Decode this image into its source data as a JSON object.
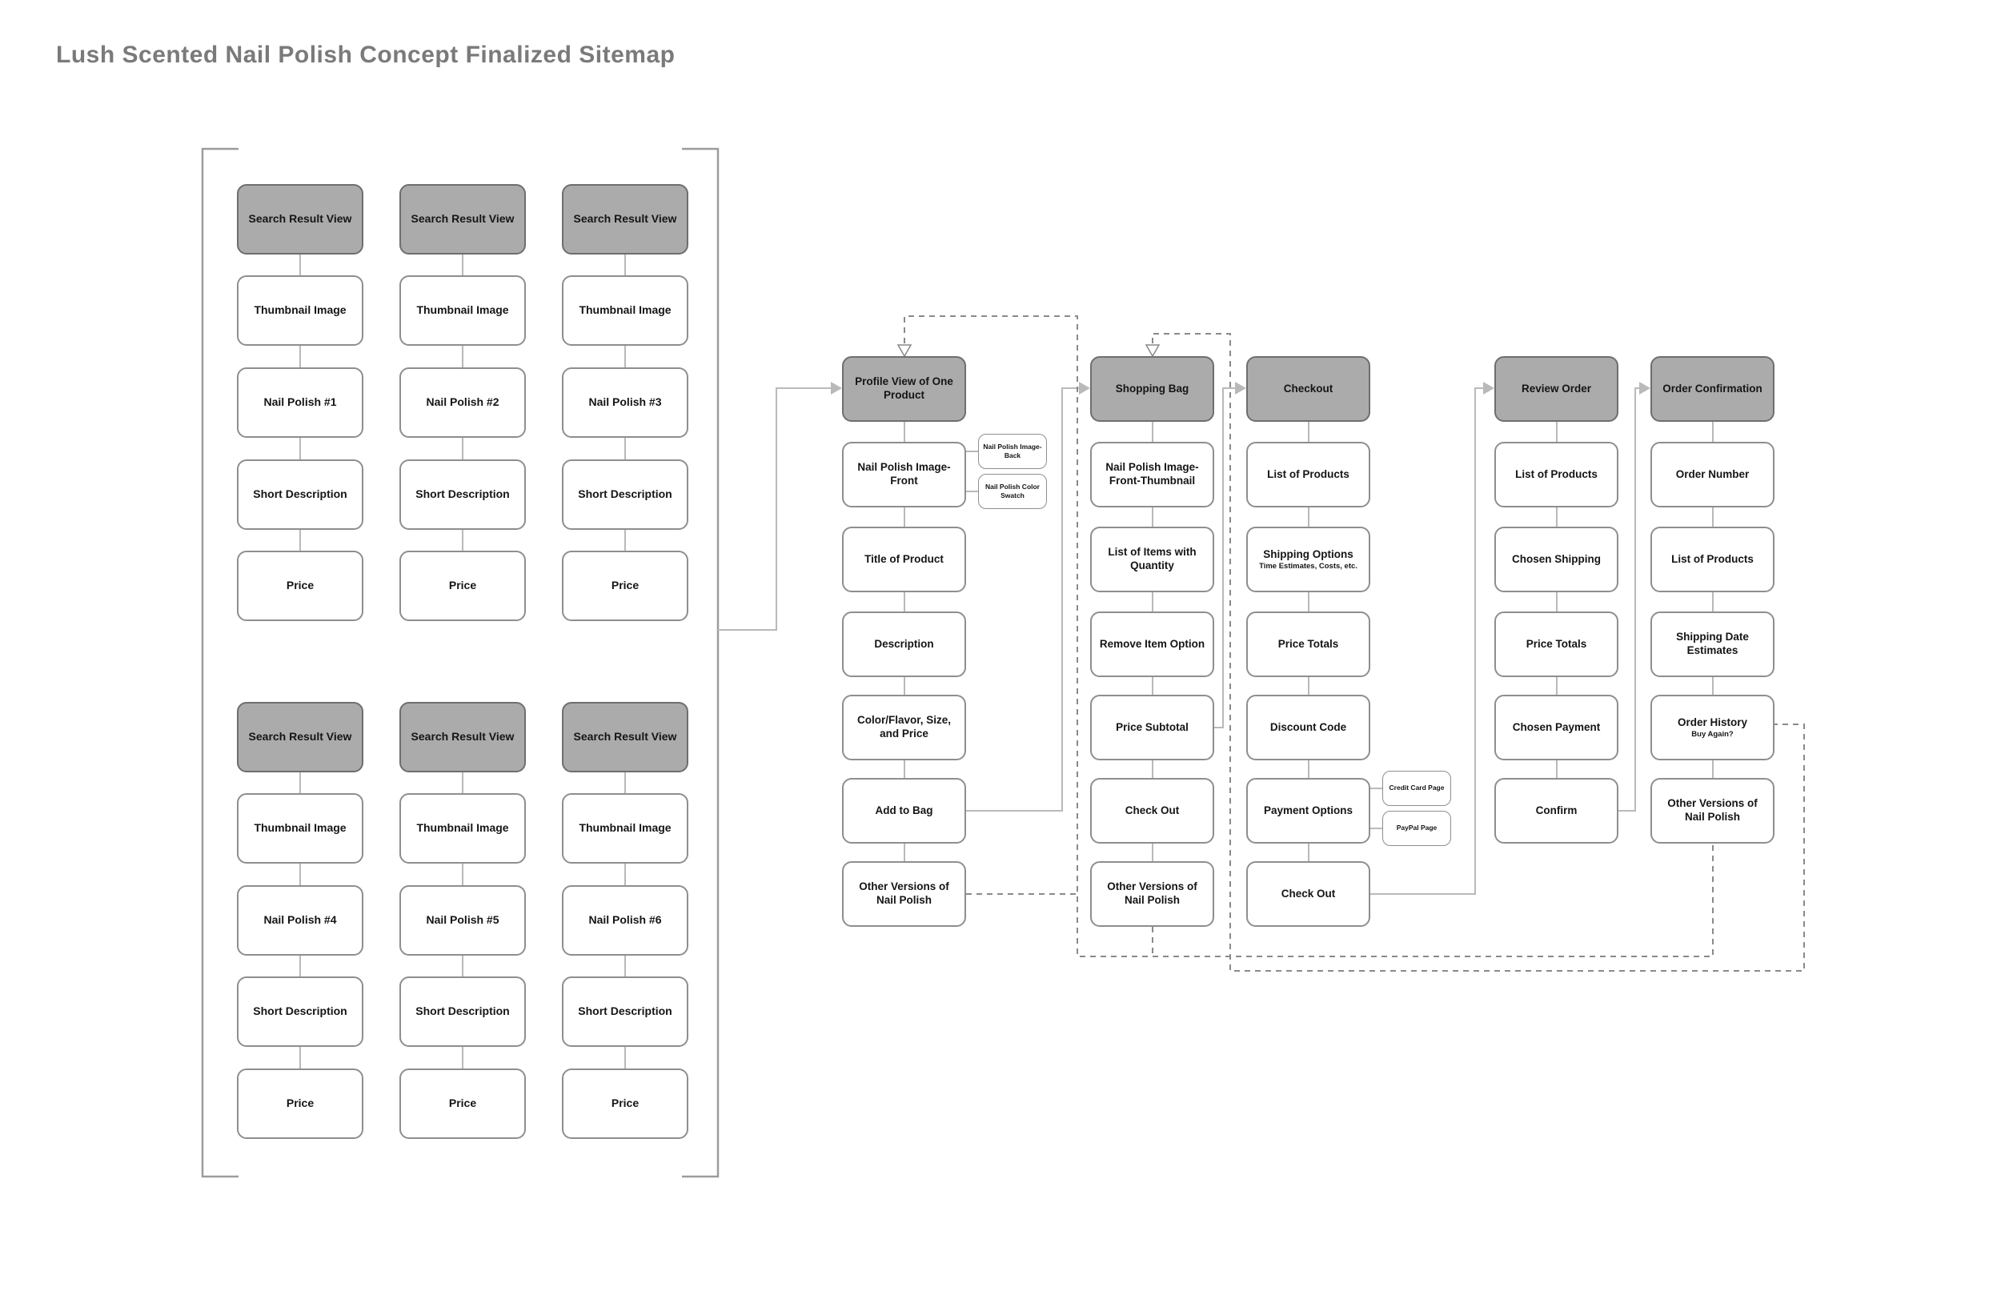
{
  "title": "Lush Scented Nail Polish Concept Finalized Sitemap",
  "colors": {
    "header_fill": "#ababab",
    "header_border": "#6e6e6e",
    "node_border": "#8e8e8e",
    "solid_connector": "#b9b9b9",
    "dashed_connector": "#8a8a8a",
    "bracket": "#9c9c9c",
    "title_text": "#7a7a7a"
  },
  "search": {
    "columns": [
      {
        "header": "Search Result View",
        "items": [
          {
            "label": "Thumbnail Image"
          },
          {
            "label": "Nail Polish #1"
          },
          {
            "label": "Short Description"
          },
          {
            "label": "Price"
          }
        ]
      },
      {
        "header": "Search Result View",
        "items": [
          {
            "label": "Thumbnail Image"
          },
          {
            "label": "Nail Polish #2"
          },
          {
            "label": "Short Description"
          },
          {
            "label": "Price"
          }
        ]
      },
      {
        "header": "Search Result View",
        "items": [
          {
            "label": "Thumbnail Image"
          },
          {
            "label": "Nail Polish #3"
          },
          {
            "label": "Short Description"
          },
          {
            "label": "Price"
          }
        ]
      },
      {
        "header": "Search Result View",
        "items": [
          {
            "label": "Thumbnail Image"
          },
          {
            "label": "Nail Polish #4"
          },
          {
            "label": "Short Description"
          },
          {
            "label": "Price"
          }
        ]
      },
      {
        "header": "Search Result View",
        "items": [
          {
            "label": "Thumbnail Image"
          },
          {
            "label": "Nail Polish #5"
          },
          {
            "label": "Short Description"
          },
          {
            "label": "Price"
          }
        ]
      },
      {
        "header": "Search Result View",
        "items": [
          {
            "label": "Thumbnail Image"
          },
          {
            "label": "Nail Polish #6"
          },
          {
            "label": "Short Description"
          },
          {
            "label": "Price"
          }
        ]
      }
    ]
  },
  "flows": {
    "profile": {
      "header": "Profile View of One Product",
      "items": [
        {
          "label": "Nail Polish Image-Front"
        },
        {
          "label": "Title of Product"
        },
        {
          "label": "Description"
        },
        {
          "label": "Color/Flavor, Size, and Price"
        },
        {
          "label": "Add to Bag"
        },
        {
          "label": "Other Versions of Nail Polish"
        }
      ],
      "side": [
        {
          "label": "Nail Polish Image-Back"
        },
        {
          "label": "Nail Polish Color Swatch"
        }
      ]
    },
    "shopping": {
      "header": "Shopping Bag",
      "items": [
        {
          "label": "Nail Polish Image-Front-Thumbnail"
        },
        {
          "label": "List of Items with Quantity"
        },
        {
          "label": "Remove Item Option"
        },
        {
          "label": "Price Subtotal"
        },
        {
          "label": "Check Out"
        },
        {
          "label": "Other Versions of Nail Polish"
        }
      ]
    },
    "checkout": {
      "header": "Checkout",
      "items": [
        {
          "label": "List of Products"
        },
        {
          "label": "Shipping Options",
          "sub": "Time Estimates, Costs, etc."
        },
        {
          "label": "Price Totals"
        },
        {
          "label": "Discount Code"
        },
        {
          "label": "Payment Options"
        },
        {
          "label": "Check Out"
        }
      ],
      "side": [
        {
          "label": "Credit Card Page"
        },
        {
          "label": "PayPal Page"
        }
      ]
    },
    "review": {
      "header": "Review Order",
      "items": [
        {
          "label": "List of Products"
        },
        {
          "label": "Chosen Shipping"
        },
        {
          "label": "Price Totals"
        },
        {
          "label": "Chosen Payment"
        },
        {
          "label": "Confirm"
        }
      ]
    },
    "confirmation": {
      "header": "Order Confirmation",
      "items": [
        {
          "label": "Order Number"
        },
        {
          "label": "List of Products"
        },
        {
          "label": "Shipping Date Estimates"
        },
        {
          "label": "Order History",
          "sub": "Buy Again?"
        },
        {
          "label": "Other Versions of Nail Polish"
        }
      ]
    }
  }
}
